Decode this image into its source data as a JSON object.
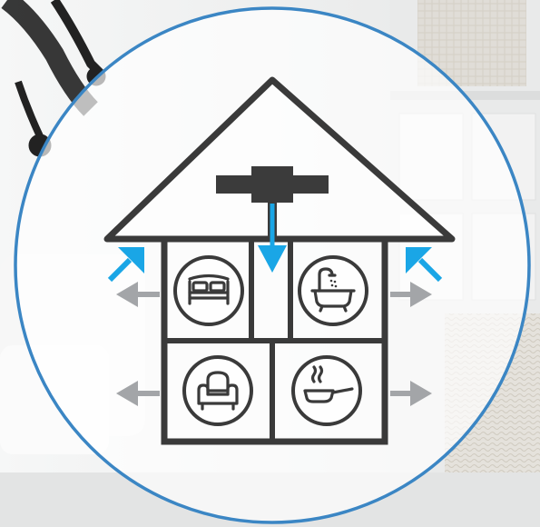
{
  "colors": {
    "accent_blue": "#1aa6e6",
    "circle_stroke": "#3b86c4",
    "house_stroke": "#3a3a3a",
    "exhaust_gray": "#a3a5a8",
    "fan_dark": "#3b3b3b"
  },
  "diagram": {
    "rooms": [
      {
        "name": "bedroom",
        "icon": "bed-icon"
      },
      {
        "name": "bathroom",
        "icon": "bathtub-shower-icon"
      },
      {
        "name": "living-room",
        "icon": "armchair-icon"
      },
      {
        "name": "kitchen",
        "icon": "frying-pan-steam-icon"
      }
    ],
    "central_unit_icon": "ventilation-unit-icon",
    "supply_arrows": 3,
    "exhaust_arrows": 4
  }
}
